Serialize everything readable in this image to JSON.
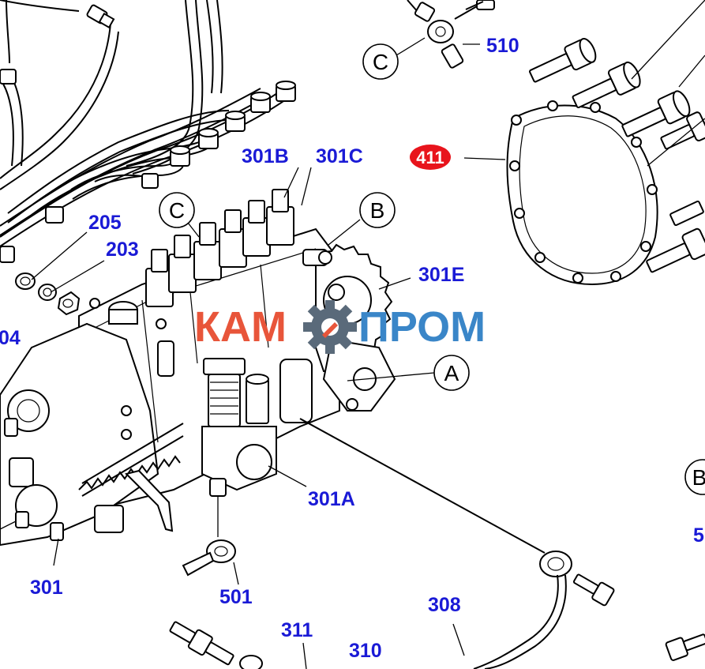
{
  "diagram": {
    "part_labels": {
      "p510": "510",
      "p411": "411",
      "p301b": "301B",
      "p301c": "301C",
      "p205": "205",
      "p203": "203",
      "p04": "04",
      "p301e": "301E",
      "p301a": "301A",
      "p301": "301",
      "p501": "501",
      "p308": "308",
      "p311": "311",
      "p310": "310",
      "p5": "5"
    },
    "callouts": {
      "c_top": "C",
      "c_mid": "C",
      "b_mid": "B",
      "a_right": "A",
      "b_edge": "B"
    },
    "highlight_color": "#e8141c",
    "label_color": "#1a1ad6"
  },
  "watermark": {
    "left": "КАМ",
    "right": "ПРОМ",
    "left_color": "#e8553a",
    "right_color": "#3a86c8",
    "gear_color": "#5a6a7a"
  }
}
